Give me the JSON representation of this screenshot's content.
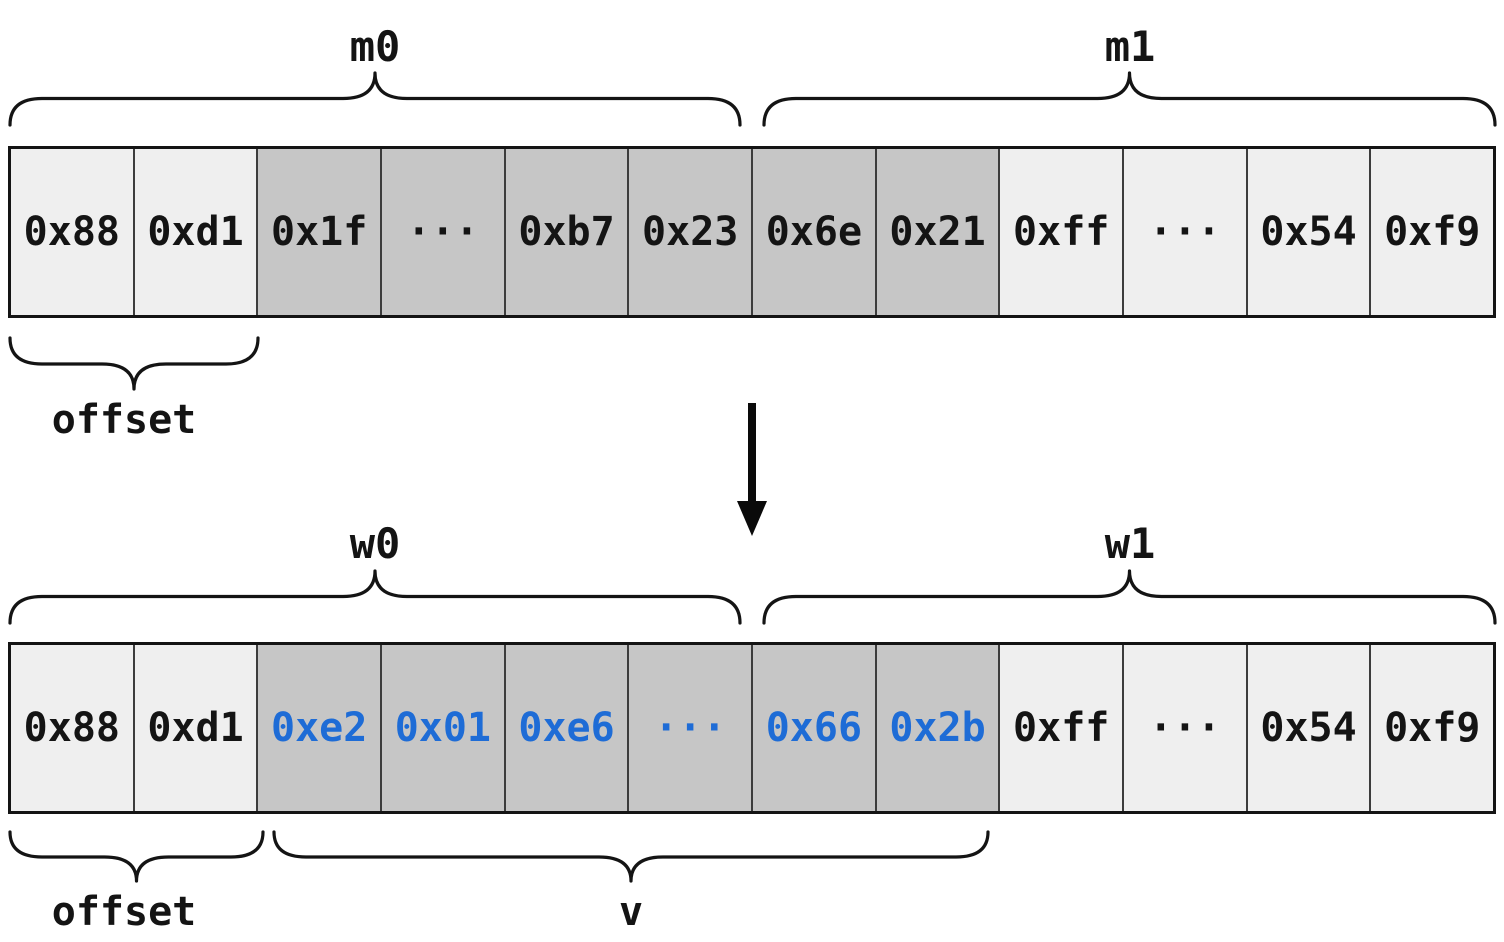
{
  "colors": {
    "cell_light": "#efefef",
    "cell_dark": "#c6c6c6",
    "ink": "#141414",
    "accent_blue": "#1e6cd6"
  },
  "top_row": {
    "group_left_label": "m0",
    "group_right_label": "m1",
    "offset_label": "offset",
    "cells": [
      {
        "value": "0x88",
        "shade": "light",
        "ink": "black"
      },
      {
        "value": "0xd1",
        "shade": "light",
        "ink": "black"
      },
      {
        "value": "0x1f",
        "shade": "dark",
        "ink": "black"
      },
      {
        "value": "···",
        "shade": "dark",
        "ink": "black"
      },
      {
        "value": "0xb7",
        "shade": "dark",
        "ink": "black"
      },
      {
        "value": "0x23",
        "shade": "dark",
        "ink": "black"
      },
      {
        "value": "0x6e",
        "shade": "dark",
        "ink": "black"
      },
      {
        "value": "0x21",
        "shade": "dark",
        "ink": "black"
      },
      {
        "value": "0xff",
        "shade": "light",
        "ink": "black"
      },
      {
        "value": "···",
        "shade": "light",
        "ink": "black"
      },
      {
        "value": "0x54",
        "shade": "light",
        "ink": "black"
      },
      {
        "value": "0xf9",
        "shade": "light",
        "ink": "black"
      }
    ]
  },
  "bottom_row": {
    "group_left_label": "w0",
    "group_right_label": "w1",
    "offset_label": "offset",
    "value_label": "v",
    "cells": [
      {
        "value": "0x88",
        "shade": "light",
        "ink": "black"
      },
      {
        "value": "0xd1",
        "shade": "light",
        "ink": "black"
      },
      {
        "value": "0xe2",
        "shade": "dark",
        "ink": "blue"
      },
      {
        "value": "0x01",
        "shade": "dark",
        "ink": "blue"
      },
      {
        "value": "0xe6",
        "shade": "dark",
        "ink": "blue"
      },
      {
        "value": "···",
        "shade": "dark",
        "ink": "blue"
      },
      {
        "value": "0x66",
        "shade": "dark",
        "ink": "blue"
      },
      {
        "value": "0x2b",
        "shade": "dark",
        "ink": "blue"
      },
      {
        "value": "0xff",
        "shade": "light",
        "ink": "black"
      },
      {
        "value": "···",
        "shade": "light",
        "ink": "black"
      },
      {
        "value": "0x54",
        "shade": "light",
        "ink": "black"
      },
      {
        "value": "0xf9",
        "shade": "light",
        "ink": "black"
      }
    ]
  }
}
